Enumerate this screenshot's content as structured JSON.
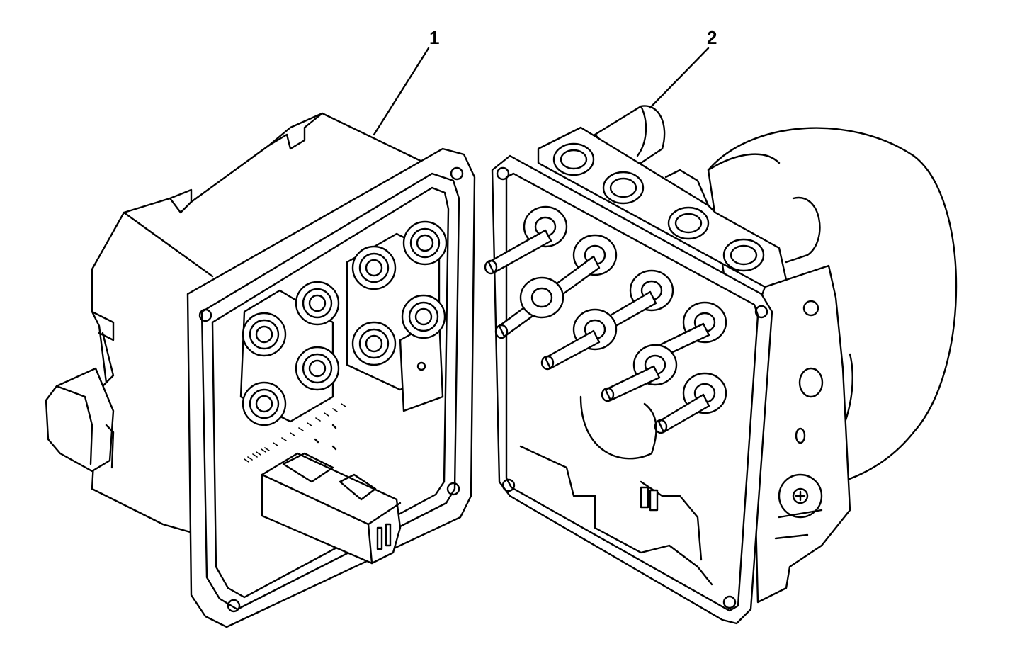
{
  "figure": {
    "callouts": [
      {
        "id": "1",
        "label": "1"
      },
      {
        "id": "2",
        "label": "2"
      }
    ]
  },
  "colors": {
    "line": "#000000",
    "background": "#ffffff"
  }
}
